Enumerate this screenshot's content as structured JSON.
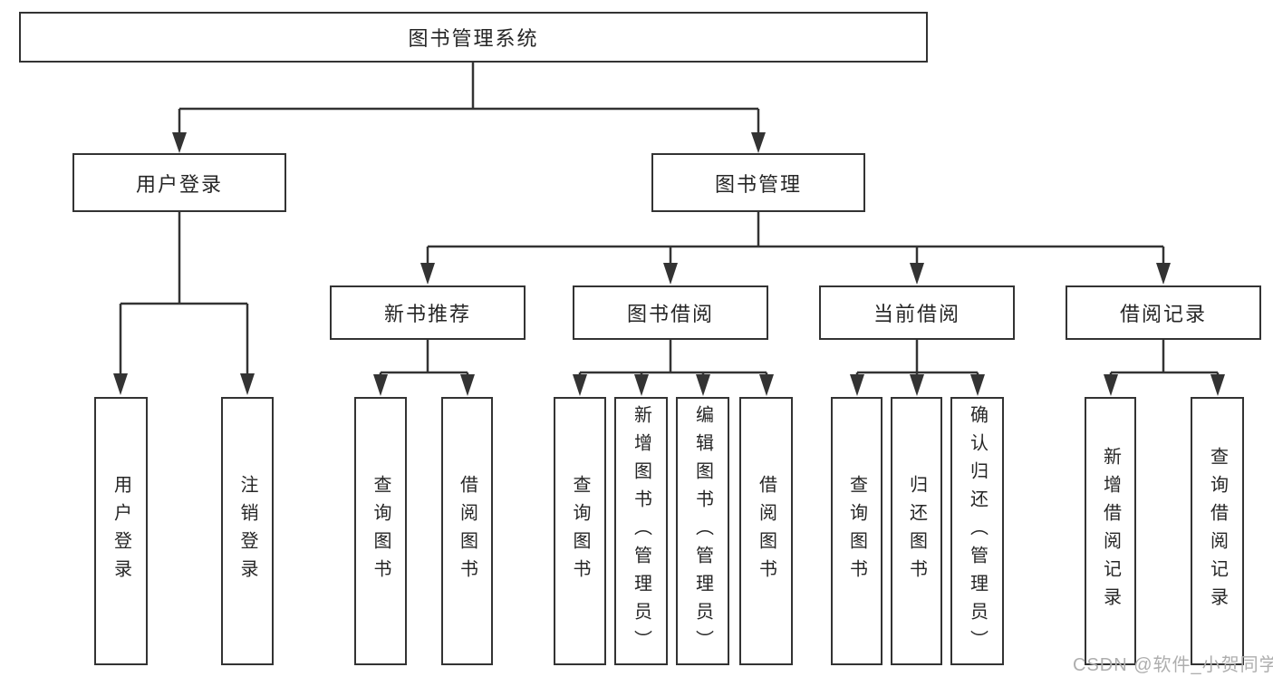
{
  "diagram_title": "图书管理系统",
  "colors": {
    "line": "#333333",
    "box_border": "#333333",
    "box_fill": "#ffffff",
    "text": "#262626",
    "watermark": "#aeaeae",
    "background": "#ffffff"
  },
  "tree": {
    "label": "图书管理系统",
    "children": [
      {
        "label": "用户登录",
        "children": [
          {
            "label": "用户登录"
          },
          {
            "label": "注销登录"
          }
        ]
      },
      {
        "label": "图书管理",
        "children": [
          {
            "label": "新书推荐",
            "children": [
              {
                "label": "查询图书"
              },
              {
                "label": "借阅图书"
              }
            ]
          },
          {
            "label": "图书借阅",
            "children": [
              {
                "label": "查询图书"
              },
              {
                "label": "新增图书（管理员）"
              },
              {
                "label": "编辑图书（管理员）"
              },
              {
                "label": "借阅图书"
              }
            ]
          },
          {
            "label": "当前借阅",
            "children": [
              {
                "label": "查询图书"
              },
              {
                "label": "归还图书"
              },
              {
                "label": "确认归还（管理员）"
              }
            ]
          },
          {
            "label": "借阅记录",
            "children": [
              {
                "label": "新增借阅记录"
              },
              {
                "label": "查询借阅记录"
              }
            ]
          }
        ]
      }
    ]
  },
  "watermark": {
    "text": "CSDN @软件_小贺同学"
  }
}
